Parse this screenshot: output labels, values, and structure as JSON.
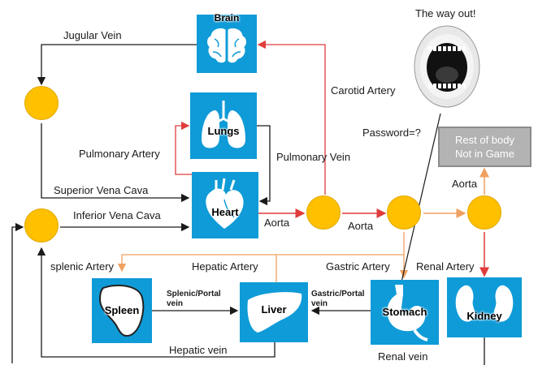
{
  "title_way_out": "The way out!",
  "organs": {
    "brain": "Brain",
    "lungs": "Lungs",
    "heart": "Heart",
    "spleen": "Spleen",
    "liver": "Liver",
    "stomach": "Stomach",
    "kidney": "Kidney"
  },
  "rest_of_body": {
    "line1": "Rest of body",
    "line2": "Not in Game"
  },
  "labels": {
    "jugular_vein": "Jugular Vein",
    "carotid_artery": "Carotid Artery",
    "password": "Password=?",
    "pulmonary_artery": "Pulmonary Artery",
    "pulmonary_vein": "Pulmonary Vein",
    "superior_vena_cava": "Superior Vena Cava",
    "inferior_vena_cava": "Inferior Vena Cava",
    "aorta_1": "Aorta",
    "aorta_2": "Aorta",
    "aorta_3": "Aorta",
    "splenic_artery": "splenic Artery",
    "hepatic_artery": "Hepatic Artery",
    "gastric_artery": "Gastric Artery",
    "renal_artery": "Renal Artery",
    "splenic_portal_vein": "Splenic/Portal vein",
    "gastric_portal_vein": "Gastric/Portal vein",
    "hepatic_vein": "Hepatic vein",
    "renal_vein": "Renal vein"
  },
  "colors": {
    "organ_bg": "#0f9bd7",
    "node": "#ffc000",
    "artery_red": "#e03c3c",
    "artery_orange": "#f0a060",
    "vein_black": "#1a1a1a",
    "rest_box": "#b3b3b3"
  },
  "icons": [
    "brain-icon",
    "lungs-icon",
    "heart-icon",
    "spleen-icon",
    "liver-icon",
    "stomach-icon",
    "kidney-icon",
    "mouth-icon"
  ]
}
